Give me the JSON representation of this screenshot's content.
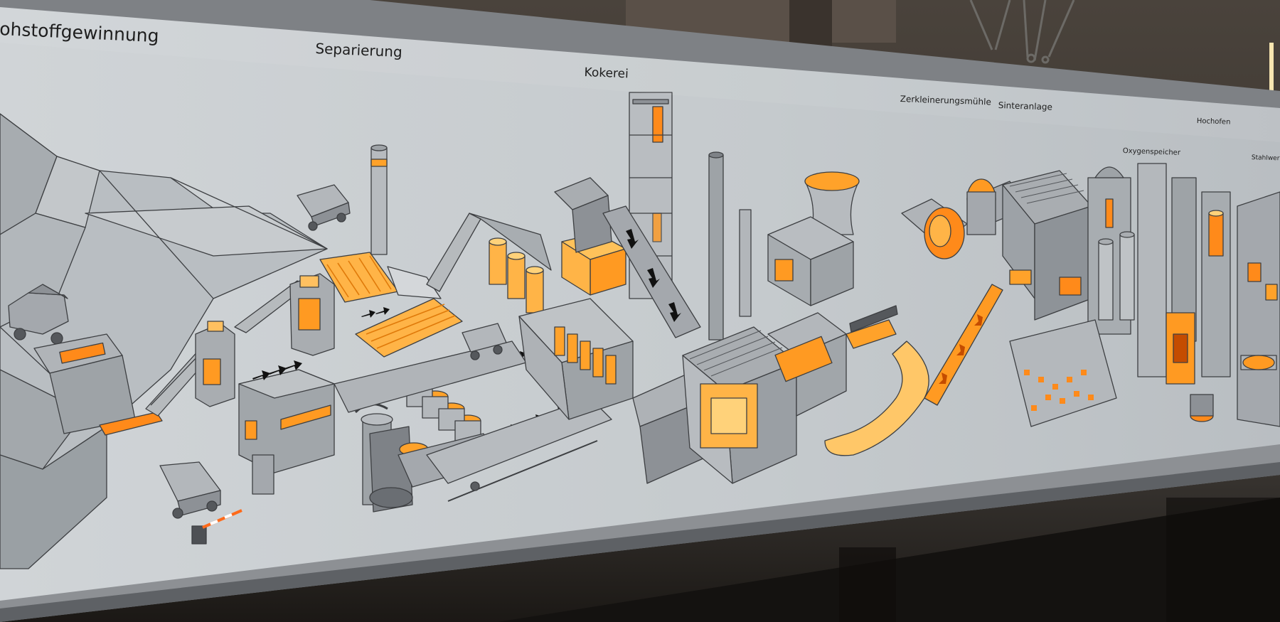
{
  "panel": {
    "stages": [
      {
        "label": "ohstoffgewinnung"
      },
      {
        "label": "Separierung"
      },
      {
        "label": "Kokerei"
      },
      {
        "label": "Zerkleinerungsmühle"
      },
      {
        "label": "Sinteranlage"
      },
      {
        "label": "Hochofen"
      },
      {
        "label": "Oxygenspeicher"
      },
      {
        "label": "Stahlwerk"
      }
    ]
  },
  "colors": {
    "panel": "#c9ced2",
    "frame": "#8e9196",
    "line": "#3d3f42",
    "glow": "#ffa22a",
    "glow_hot": "#ff7a10",
    "glow_light": "#ffd27a",
    "building": "#a4a8ad",
    "building_dark": "#76797e",
    "wall_dark": "#1f1c19"
  }
}
